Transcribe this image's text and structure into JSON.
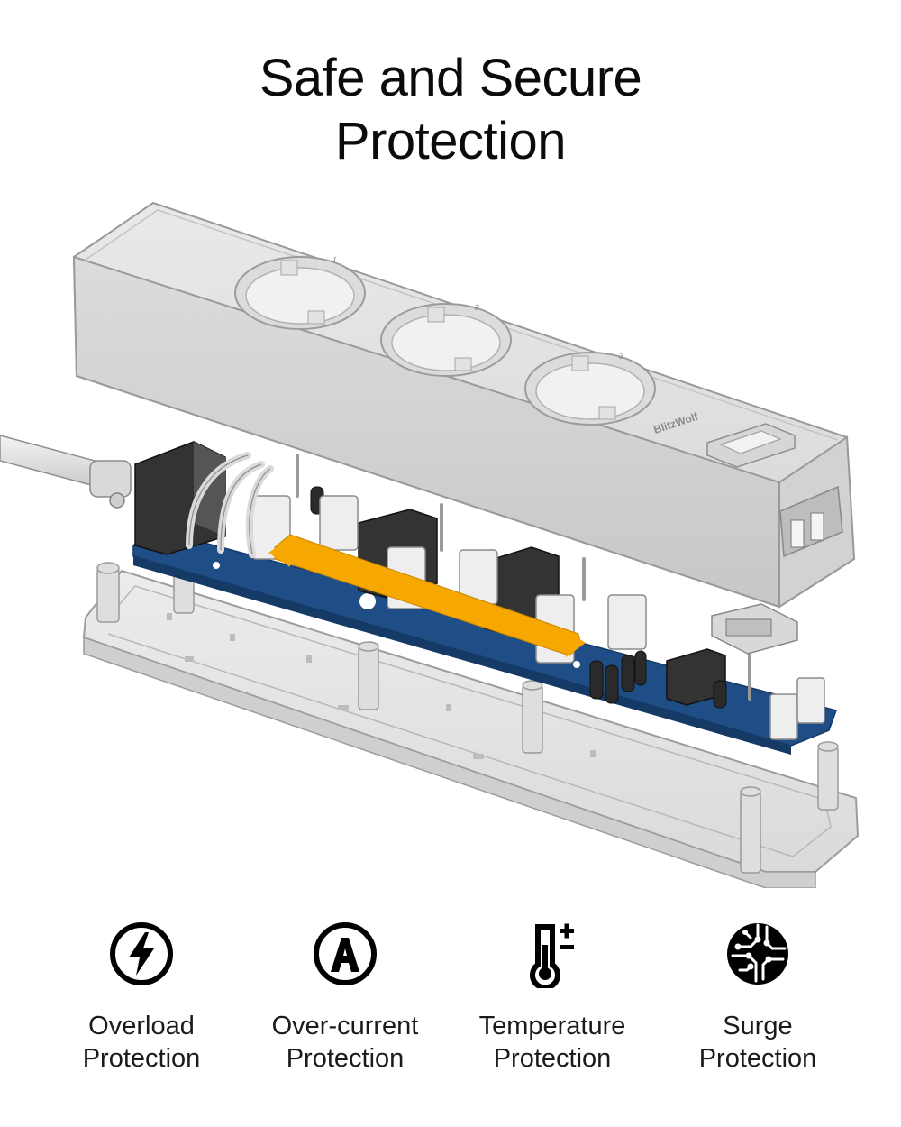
{
  "headline": {
    "line1": "Safe and Secure",
    "line2": "Protection"
  },
  "product": {
    "brand_mark": "BlitzWolf",
    "socket_numbers": [
      "1",
      "2",
      "3"
    ],
    "arrow_color": "#f6a800",
    "board_color": "#1f4e86"
  },
  "features": [
    {
      "icon": "lightning-bolt-icon",
      "line1": "Overload",
      "line2": "Protection"
    },
    {
      "icon": "circled-a-icon",
      "line1": "Over-current",
      "line2": "Protection"
    },
    {
      "icon": "thermometer-icon",
      "line1": "Temperature",
      "line2": "Protection"
    },
    {
      "icon": "circuit-icon",
      "line1": "Surge",
      "line2": "Protection"
    }
  ]
}
